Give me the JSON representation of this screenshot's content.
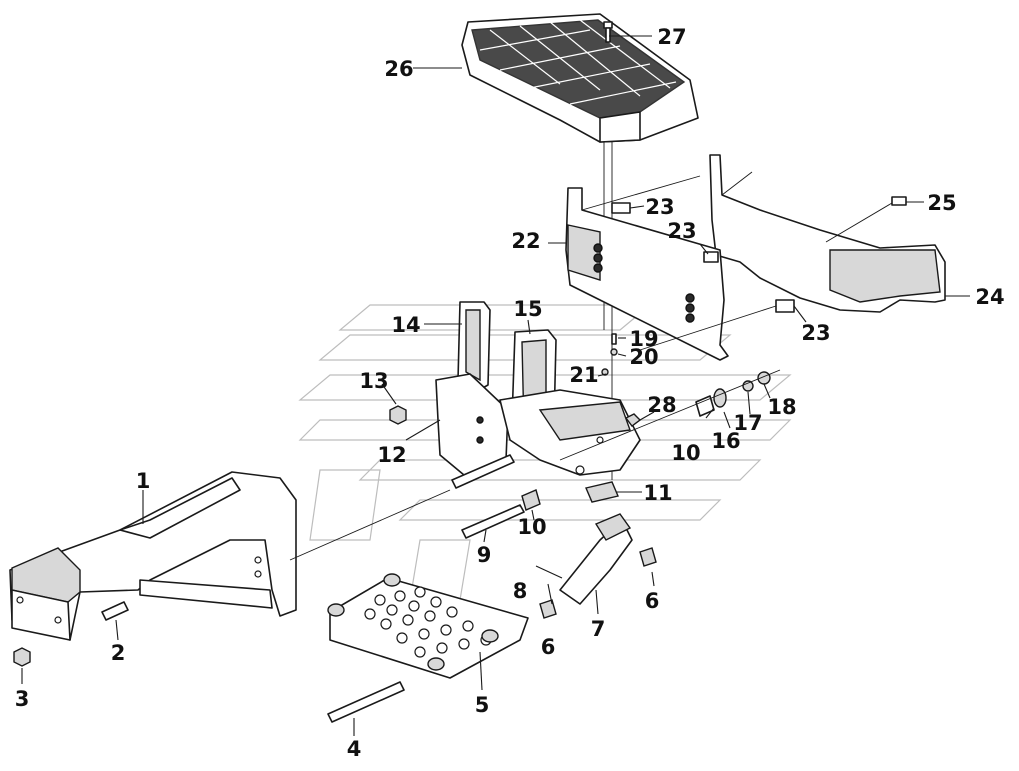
{
  "callouts": {
    "c1": "1",
    "c2": "2",
    "c3": "3",
    "c4": "4",
    "c5": "5",
    "c6a": "6",
    "c6b": "6",
    "c7": "7",
    "c8": "8",
    "c9": "9",
    "c10a": "10",
    "c10b": "10",
    "c11": "11",
    "c12": "12",
    "c13": "13",
    "c14": "14",
    "c15": "15",
    "c16": "16",
    "c17": "17",
    "c18": "18",
    "c19": "19",
    "c20": "20",
    "c21": "21",
    "c22": "22",
    "c23a": "23",
    "c23b": "23",
    "c23c": "23",
    "c24": "24",
    "c25": "25",
    "c26": "26",
    "c27": "27",
    "c28": "28"
  }
}
